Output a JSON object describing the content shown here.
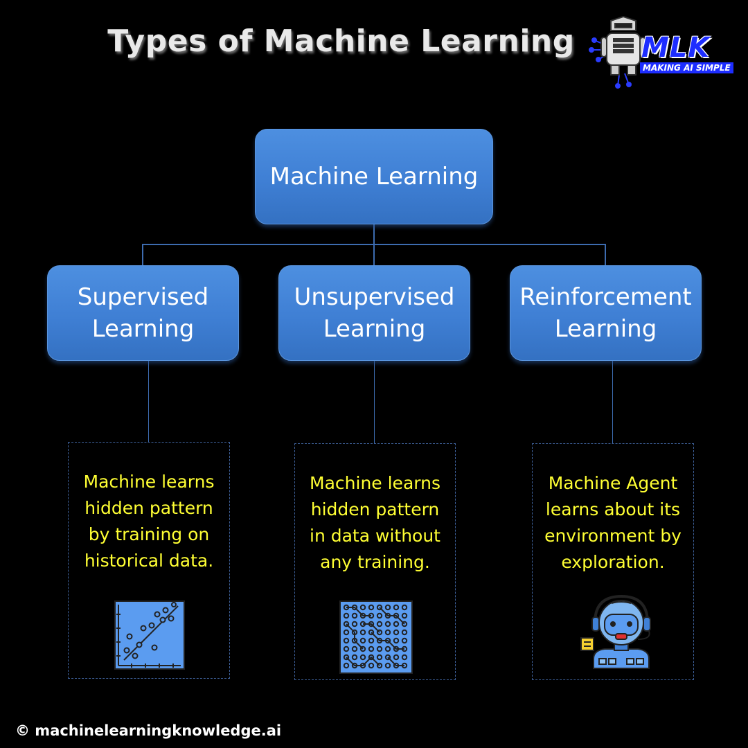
{
  "title": "Types of Machine Learning",
  "logo": {
    "mark": "MLK",
    "tagline": "MAKING AI SIMPLE"
  },
  "root": {
    "line1": "Machine Learning"
  },
  "children": [
    {
      "line1": "Supervised",
      "line2": "Learning",
      "desc": [
        "Machine learns",
        "hidden pattern",
        "by training on",
        "historical data."
      ],
      "icon": "scatter-plot-icon"
    },
    {
      "line1": "Unsupervised",
      "line2": "Learning",
      "desc": [
        "Machine learns",
        "hidden pattern",
        "in data without",
        "any training."
      ],
      "icon": "network-grid-icon"
    },
    {
      "line1": "Reinforcement",
      "line2": "Learning",
      "desc": [
        "Machine Agent",
        "learns about its",
        "environment by",
        "exploration."
      ],
      "icon": "robot-agent-icon"
    }
  ],
  "footer": "© machinelearningknowledge.ai",
  "colors": {
    "box": "#4385d8",
    "desc_text": "#ffff33",
    "connector": "#3d6cb0",
    "background": "#000000"
  }
}
